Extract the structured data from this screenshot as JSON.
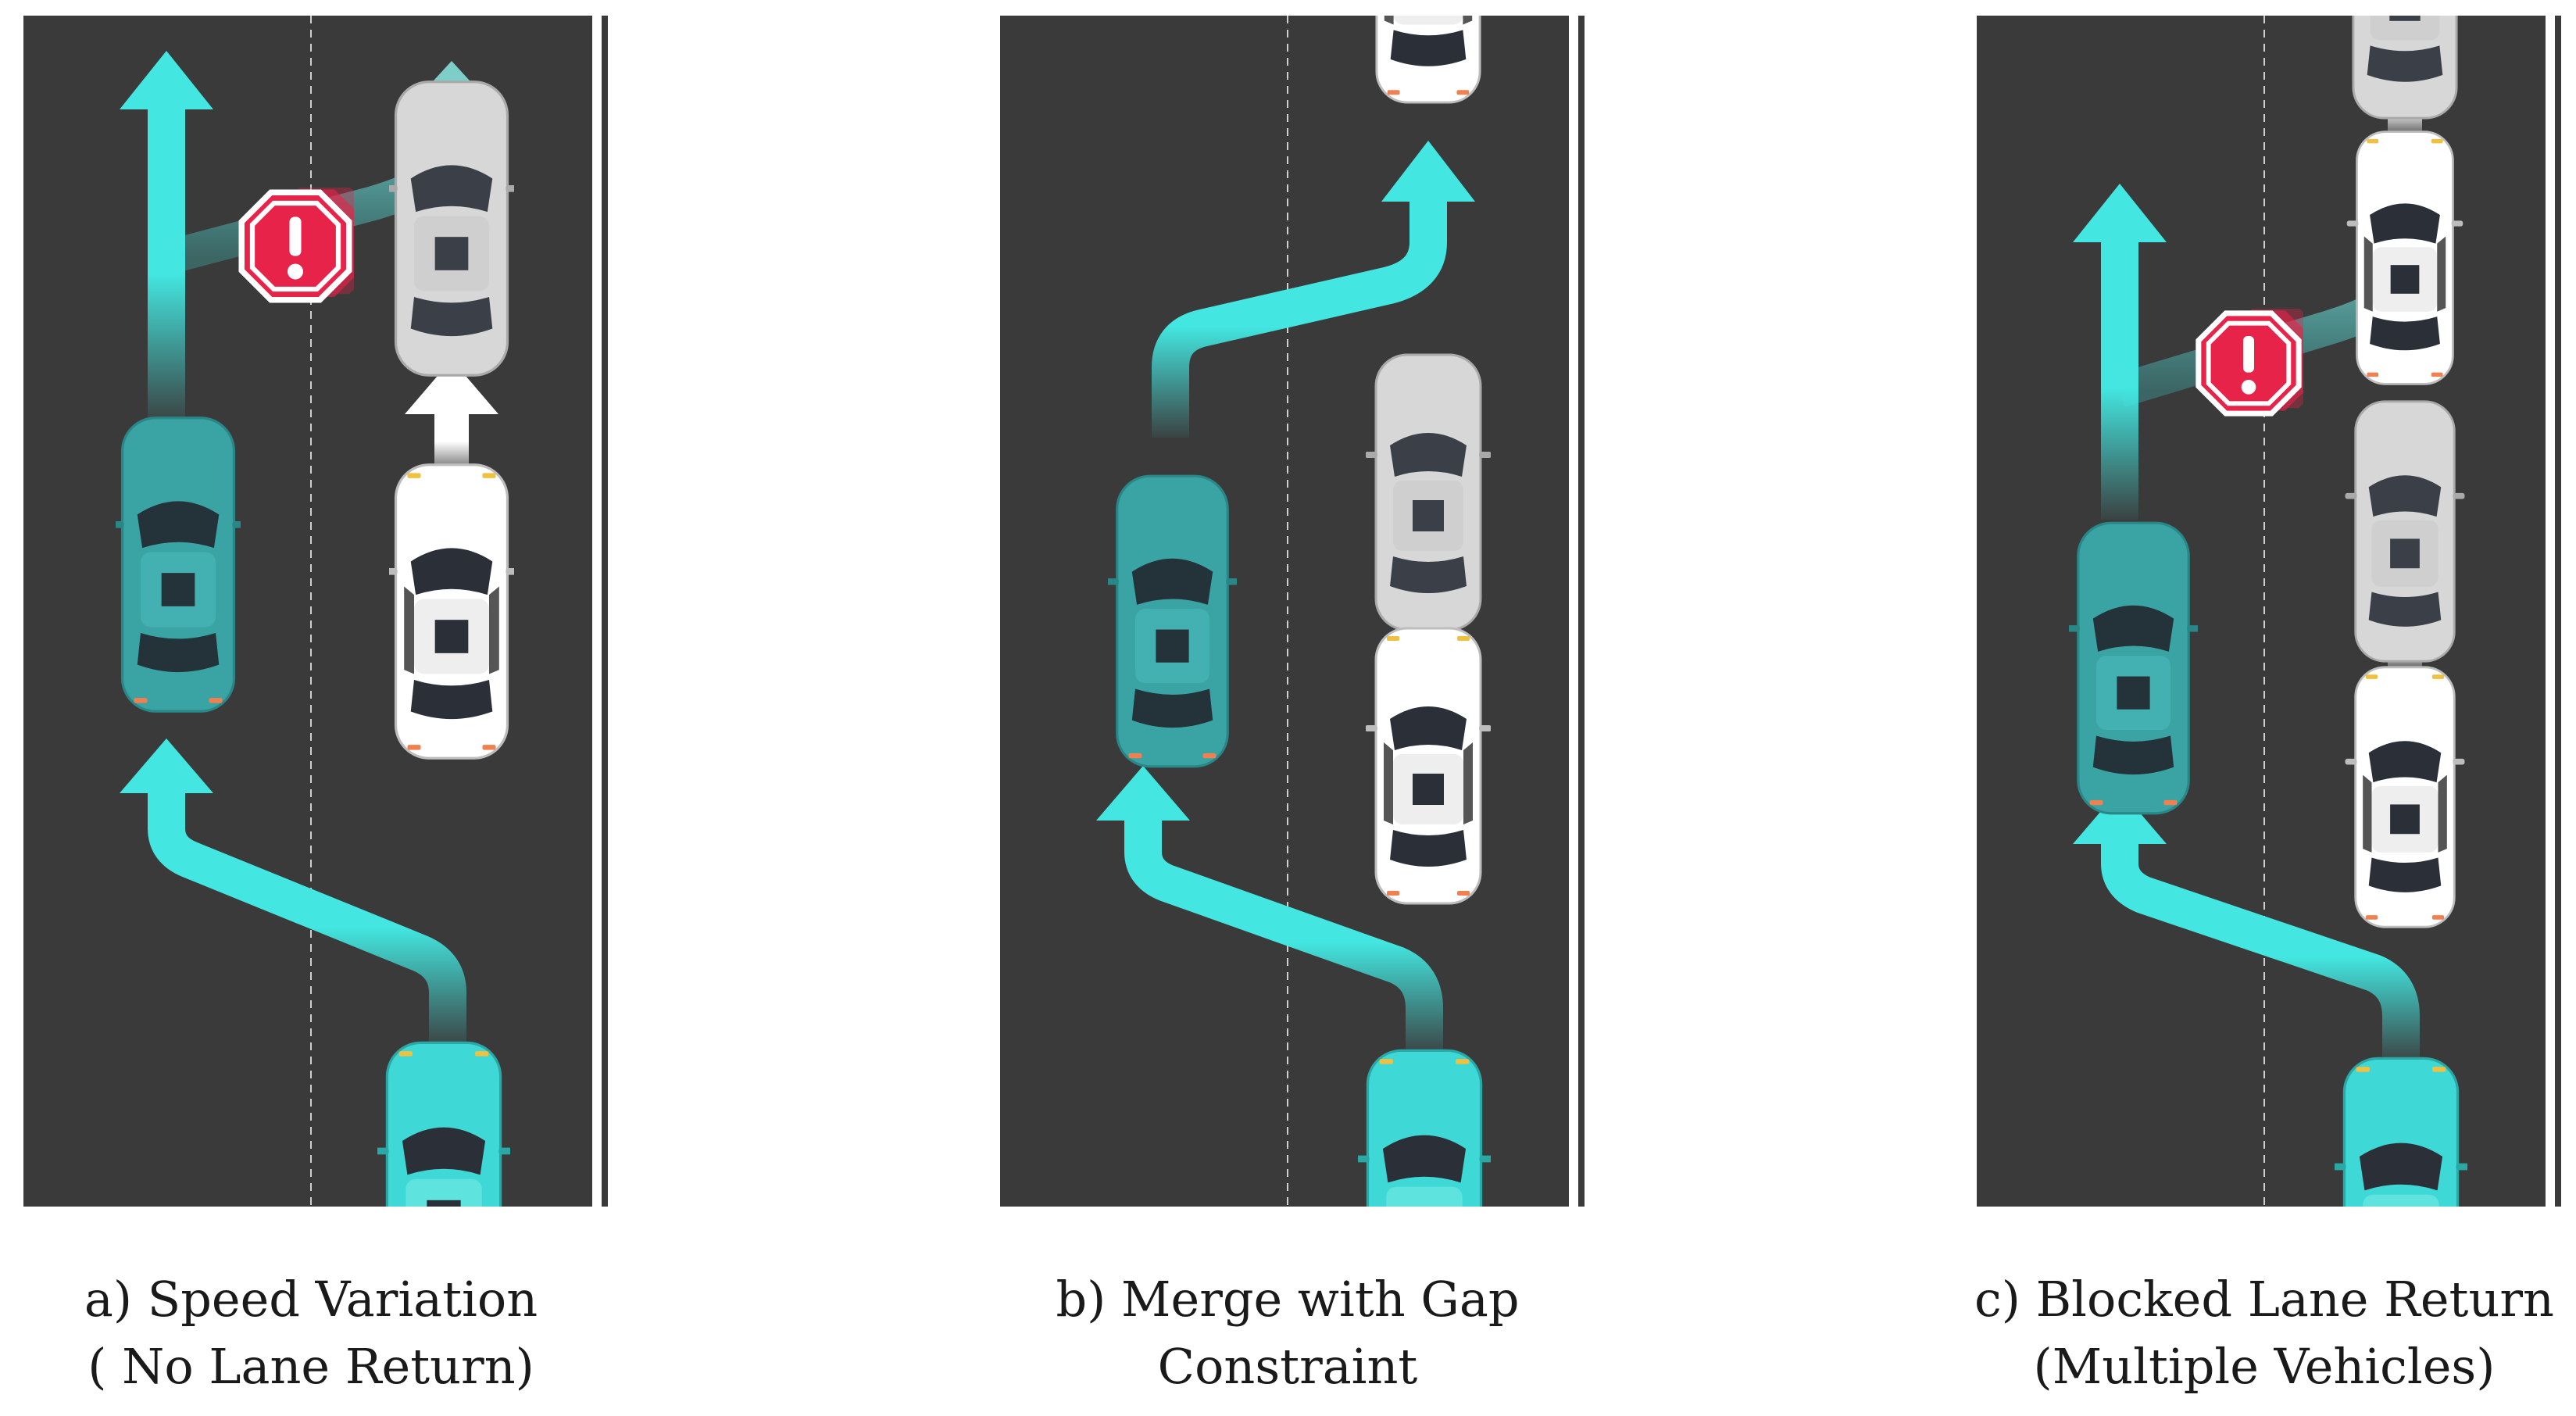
{
  "colors": {
    "road": "#3a3a3a",
    "lane_edge": "#ffffff",
    "lane_divider": "#cfcfcf",
    "ego_car": "#3ed9d6",
    "ego_car_shadow": "#2fa7a8",
    "ghost_ego_car": "#3aa3a4",
    "other_car": "#ffffff",
    "ghost_other_car": "#d9d9d9",
    "path_arrow": "#43e6e0",
    "warning": "#e8234a"
  },
  "icons": [
    "warning-octagon-icon",
    "path-arrow-icon",
    "speed-arrow-icon",
    "car-icon"
  ],
  "panels": [
    {
      "id": "a",
      "caption_line1": "a) Speed Variation",
      "caption_line2": "( No Lane Return)"
    },
    {
      "id": "b",
      "caption_line1": "b) Merge with Gap Constraint",
      "caption_line2": ""
    },
    {
      "id": "c",
      "caption_line1": "c) Blocked Lane Return",
      "caption_line2": "(Multiple Vehicles)"
    }
  ]
}
